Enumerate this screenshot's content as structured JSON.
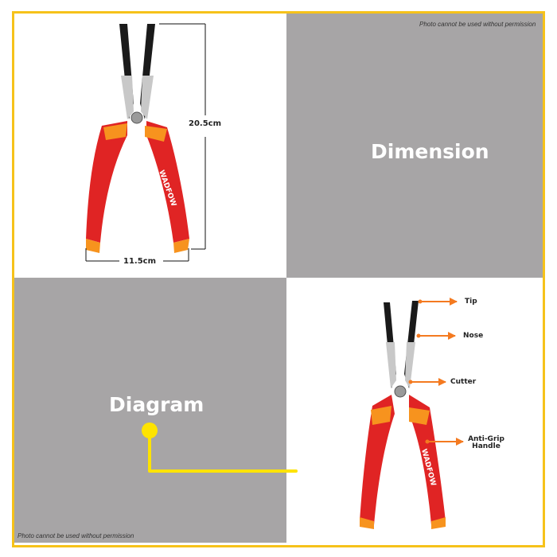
{
  "notice": "Photo cannot be used without permission",
  "headings": {
    "dimension": "Dimension",
    "diagram": "Diagram"
  },
  "dimensions": {
    "height": "20.5cm",
    "width": "11.5cm"
  },
  "parts": {
    "tip": "Tip",
    "nose": "Nose",
    "cutter": "Cutter",
    "handle_line1": "Anti-Grip",
    "handle_line2": "Handle"
  },
  "brand": "WADFOW",
  "colors": {
    "frame": "#f6c21a",
    "gray": "#a7a5a6",
    "handle_red": "#e02424",
    "handle_orange": "#f7931e",
    "arrow": "#f47a20",
    "connector": "#fee300"
  }
}
